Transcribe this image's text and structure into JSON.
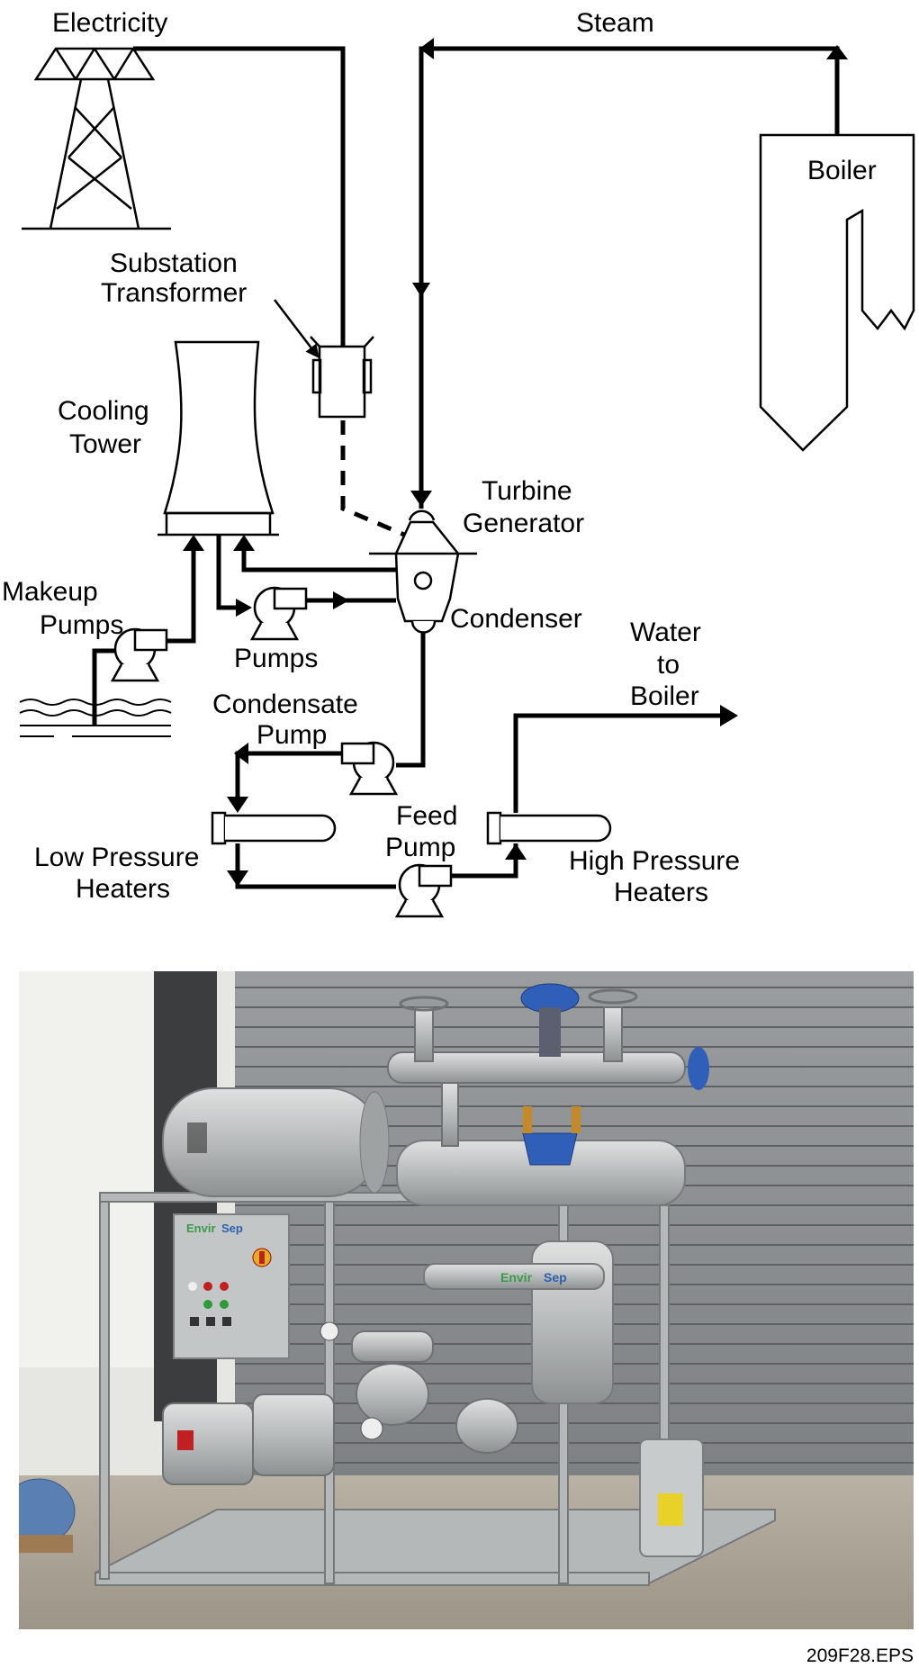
{
  "labels": {
    "electricity": "Electricity",
    "steam": "Steam",
    "boiler": "Boiler",
    "substation_1": "Substation",
    "substation_2": "Transformer",
    "cooling_1": "Cooling",
    "cooling_2": "Tower",
    "turbine_1": "Turbine",
    "turbine_2": "Generator",
    "condenser": "Condenser",
    "makeup_1": "Makeup",
    "makeup_2": "Pumps",
    "pumps": "Pumps",
    "water_1": "Water",
    "water_2": "to",
    "water_3": "Boiler",
    "condensate_1": "Condensate",
    "condensate_2": "Pump",
    "feed_1": "Feed",
    "feed_2": "Pump",
    "lp_1": "Low Pressure",
    "lp_2": "Heaters",
    "hp_1": "High Pressure",
    "hp_2": "Heaters"
  },
  "photo": {
    "brand_1": "Envir",
    "brand_2": "Sep"
  },
  "caption": "209F28.EPS",
  "colors": {
    "line": "#000000",
    "machine_gray": "#b9bcbc",
    "valve_blue": "#2f5fb8",
    "shutter": "#8a8d8f"
  }
}
